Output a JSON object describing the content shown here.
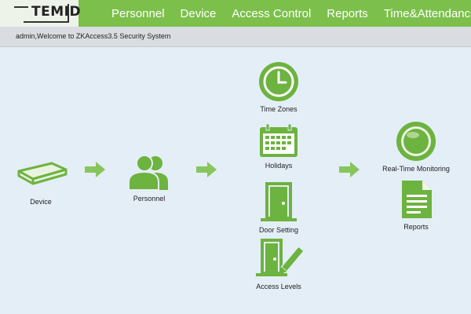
{
  "logo": {
    "text": "TEMID"
  },
  "nav": {
    "items": [
      {
        "label": "Personnel"
      },
      {
        "label": "Device"
      },
      {
        "label": "Access Control"
      },
      {
        "label": "Reports"
      },
      {
        "label": "Time&Attendance"
      }
    ]
  },
  "welcome": {
    "text": "admin,Welcome to ZKAccess3.5 Security System"
  },
  "modules": {
    "device": {
      "label": "Device",
      "icon": "device-icon"
    },
    "personnel": {
      "label": "Personnel",
      "icon": "people-icon"
    },
    "time_zones": {
      "label": "Time Zones",
      "icon": "clock-icon"
    },
    "holidays": {
      "label": "Holidays",
      "icon": "calendar-icon"
    },
    "door_setting": {
      "label": "Door Setting",
      "icon": "door-icon"
    },
    "access_levels": {
      "label": "Access Levels",
      "icon": "door-edit-icon"
    },
    "realtime": {
      "label": "Real-Time Monitoring",
      "icon": "monitor-icon"
    },
    "reports": {
      "label": "Reports",
      "icon": "document-icon"
    }
  },
  "colors": {
    "brand_green": "#7cc04b",
    "icon_green": "#6db33f",
    "background": "#e4eef7",
    "welcome_bar": "#d9dce0"
  }
}
